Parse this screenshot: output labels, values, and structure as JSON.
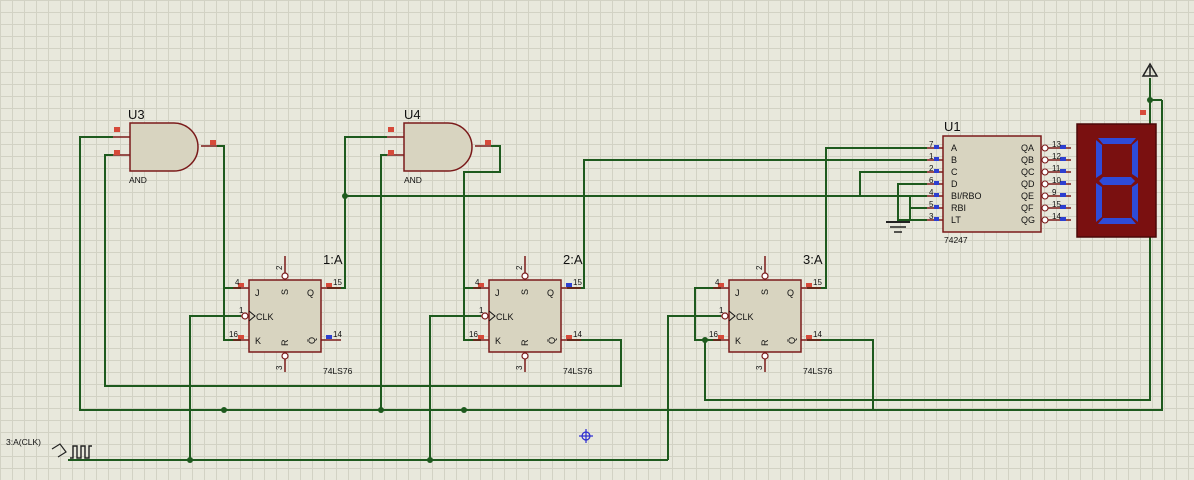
{
  "colors": {
    "wire": "#1e5a1e",
    "part_outline": "#7a1a1a",
    "part_fill": "#d8d4c0",
    "pin_low": "#d64a3a",
    "pin_high": "#2d3fd0",
    "display_bg": "#7a1010",
    "segment_on": "#2f4bd8"
  },
  "gates": {
    "u3": {
      "ref": "U3",
      "type": "AND"
    },
    "u4": {
      "ref": "U4",
      "type": "AND"
    }
  },
  "flipflops": [
    {
      "ref": "1:A",
      "part": "74LS76",
      "pins": {
        "j": "J",
        "clk": "CLK",
        "k": "K",
        "s": "S",
        "r": "R",
        "q": "Q",
        "qbar": "Q̄"
      },
      "num_j": "4",
      "num_clk": "1",
      "num_k": "16",
      "num_s": "2",
      "num_r": "3",
      "num_q": "15",
      "num_qbar": "14"
    },
    {
      "ref": "2:A",
      "part": "74LS76",
      "pins": {
        "j": "J",
        "clk": "CLK",
        "k": "K",
        "s": "S",
        "r": "R",
        "q": "Q",
        "qbar": "Q̄"
      },
      "num_j": "4",
      "num_clk": "1",
      "num_k": "16",
      "num_s": "2",
      "num_r": "3",
      "num_q": "15",
      "num_qbar": "14"
    },
    {
      "ref": "3:A",
      "part": "74LS76",
      "pins": {
        "j": "J",
        "clk": "CLK",
        "k": "K",
        "s": "S",
        "r": "R",
        "q": "Q",
        "qbar": "Q̄"
      },
      "num_j": "4",
      "num_clk": "1",
      "num_k": "16",
      "num_s": "2",
      "num_r": "3",
      "num_q": "15",
      "num_qbar": "14"
    }
  ],
  "decoder": {
    "ref": "U1",
    "part": "74247",
    "inputs": [
      {
        "name": "A",
        "num": "7"
      },
      {
        "name": "B",
        "num": "1"
      },
      {
        "name": "C",
        "num": "2"
      },
      {
        "name": "D",
        "num": "6"
      },
      {
        "name": "BI/RBO",
        "num": "4"
      },
      {
        "name": "RBI",
        "num": "5"
      },
      {
        "name": "LT",
        "num": "3"
      }
    ],
    "outputs": [
      {
        "name": "QA",
        "num": "13"
      },
      {
        "name": "QB",
        "num": "12"
      },
      {
        "name": "QC",
        "num": "11"
      },
      {
        "name": "QD",
        "num": "10"
      },
      {
        "name": "QE",
        "num": "9"
      },
      {
        "name": "QF",
        "num": "15"
      },
      {
        "name": "QG",
        "num": "14"
      }
    ]
  },
  "display": {
    "digit": "8"
  },
  "clock": {
    "label": "3:A(CLK)"
  }
}
